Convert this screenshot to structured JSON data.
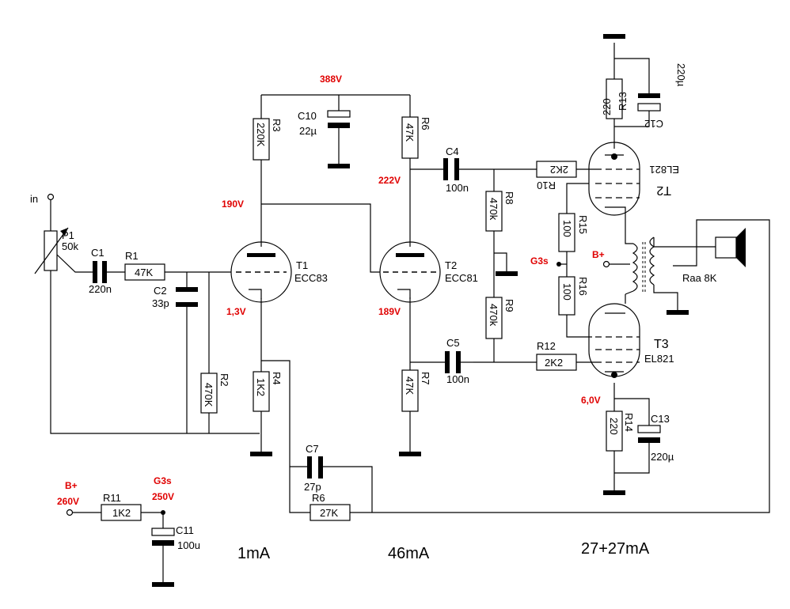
{
  "input": {
    "label": "in"
  },
  "components": {
    "P1": {
      "name": "P1",
      "value": "50k"
    },
    "C1": {
      "name": "C1",
      "value": "220n"
    },
    "R1": {
      "name": "R1",
      "value": "47K"
    },
    "C2": {
      "name": "C2",
      "value": "33p"
    },
    "R2": {
      "name": "R2",
      "value": "470K"
    },
    "R3": {
      "name": "R3",
      "value": "220K"
    },
    "R4": {
      "name": "R4",
      "value": "1K2"
    },
    "C10": {
      "name": "C10",
      "value": "22µ"
    },
    "R6a": {
      "name": "R6",
      "value": "47K"
    },
    "C4": {
      "name": "C4",
      "value": "100n"
    },
    "R7": {
      "name": "R7",
      "value": "47K"
    },
    "C5": {
      "name": "C5",
      "value": "100n"
    },
    "R8": {
      "name": "R8",
      "value": "470k"
    },
    "R9": {
      "name": "R9",
      "value": "470k"
    },
    "R10": {
      "name": "R10",
      "value": "2K2"
    },
    "R12": {
      "name": "R12",
      "value": "2K2"
    },
    "R13": {
      "name": "R13",
      "value": "220"
    },
    "C12": {
      "name": "C12",
      "value": "220µ"
    },
    "R15": {
      "name": "R15",
      "value": "100"
    },
    "R16": {
      "name": "R16",
      "value": "100"
    },
    "R14": {
      "name": "R14",
      "value": "220"
    },
    "C13": {
      "name": "C13",
      "value": "220µ"
    },
    "C7": {
      "name": "C7",
      "value": "27p"
    },
    "R6b": {
      "name": "R6",
      "value": "27K"
    },
    "R11": {
      "name": "R11",
      "value": "1K2"
    },
    "C11": {
      "name": "C11",
      "value": "100u"
    }
  },
  "tubes": {
    "T1": {
      "name": "T1",
      "type": "ECC83"
    },
    "T2a": {
      "name": "T2",
      "type": "ECC81"
    },
    "T2b": {
      "name": "T2",
      "type": "EL821"
    },
    "T3": {
      "name": "T3",
      "type": "EL821"
    }
  },
  "transformer": {
    "label": "Raa 8K"
  },
  "voltages": {
    "supply_top": "388V",
    "t1_anode": "190V",
    "t1_cathode": "1,3V",
    "t2_anode": "222V",
    "t2_cathode": "189V",
    "g3s_mid": "G3s",
    "bplus_mid": "B+",
    "t3_cathode": "6,0V",
    "bplus_in": "B+",
    "bplus_in_v": "260V",
    "g3s_out": "G3s",
    "g3s_out_v": "250V"
  },
  "currents": {
    "stage1": "1mA",
    "stage2": "46mA",
    "stage3": "27+27mA"
  }
}
